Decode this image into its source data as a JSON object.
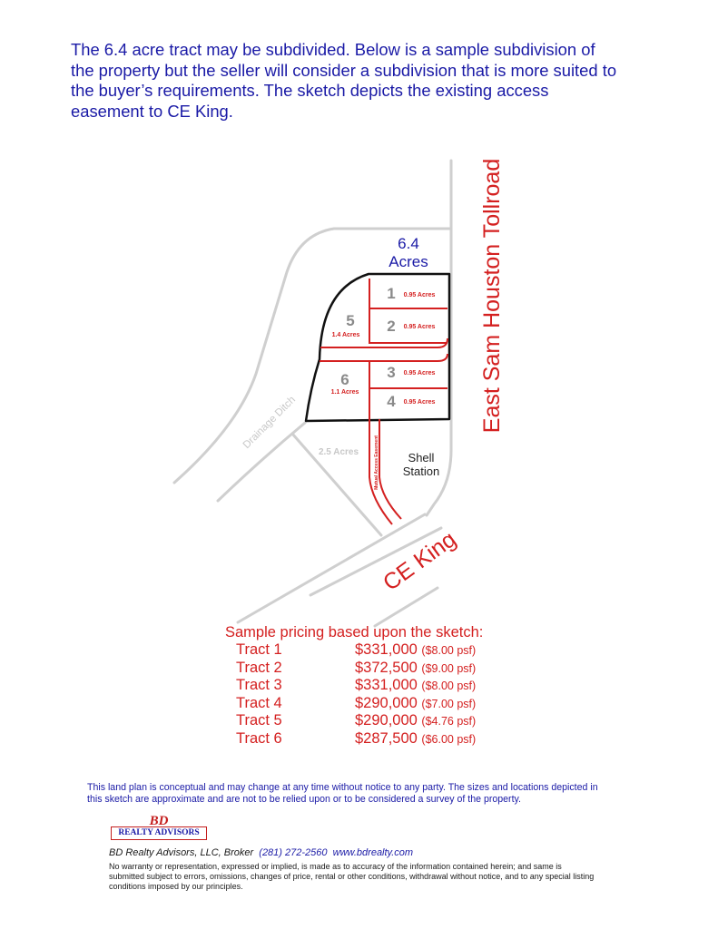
{
  "intro": {
    "lines": [
      "The 6.4 acre tract may be subdivided.  Below is a sample subdivision of",
      "the property but the seller will consider a subdivision that is more suited to",
      "the buyer’s requirements.  The sketch depicts the existing access",
      "easement to CE King."
    ]
  },
  "sketch": {
    "total_value": "6.4",
    "total_unit": "Acres",
    "road_east": "East Sam Houston Tollroad",
    "road_south": "CE King",
    "drainage": "Drainage Ditch",
    "parcel_25": "2.5 Acres",
    "shell_line1": "Shell",
    "shell_line2": "Station",
    "easement": "Mutual Access Easement",
    "tracts": [
      {
        "num": "1",
        "acres": "0.95 Acres"
      },
      {
        "num": "2",
        "acres": "0.95 Acres"
      },
      {
        "num": "3",
        "acres": "0.95 Acres"
      },
      {
        "num": "4",
        "acres": "0.95 Acres"
      },
      {
        "num": "5",
        "acres": "1.4 Acres"
      },
      {
        "num": "6",
        "acres": "1.1 Acres"
      }
    ],
    "colors": {
      "red": "#d42020",
      "blue": "#1a1aa6",
      "gray": "#9a9a9a",
      "road": "#cfcfcf"
    }
  },
  "pricing": {
    "header": "Sample pricing based upon the sketch:",
    "rows": [
      {
        "tract": "Tract 1",
        "price": "$331,000",
        "psf": "($8.00 psf)"
      },
      {
        "tract": "Tract 2",
        "price": "$372,500",
        "psf": "($9.00 psf)"
      },
      {
        "tract": "Tract 3",
        "price": "$331,000",
        "psf": "($8.00 psf)"
      },
      {
        "tract": "Tract 4",
        "price": "$290,000",
        "psf": "($7.00 psf)"
      },
      {
        "tract": "Tract 5",
        "price": "$290,000",
        "psf": "($4.76 psf)"
      },
      {
        "tract": "Tract 6",
        "price": "$287,500",
        "psf": "($6.00 psf)"
      }
    ]
  },
  "disclaimer": {
    "lines": [
      "This land plan is conceptual and may change at any time without notice to any party.  The sizes and locations depicted in",
      "this sketch are approximate and are not to be relied upon or to be considered a survey of the property."
    ]
  },
  "logo": {
    "bd": "BD",
    "sub": "REALTY ADVISORS"
  },
  "broker": {
    "name": "BD Realty Advisors, LLC, Broker",
    "phone": "(281) 272-2560",
    "web": "www.bdrealty.com"
  },
  "fine": {
    "lines": [
      "No warranty or representation, expressed or implied, is made as to accuracy of the information contained herein; and same is",
      "submitted subject to errors, omissions, changes of price, rental or other conditions, withdrawal without notice, and to any special listing",
      "conditions imposed by our principles."
    ]
  }
}
